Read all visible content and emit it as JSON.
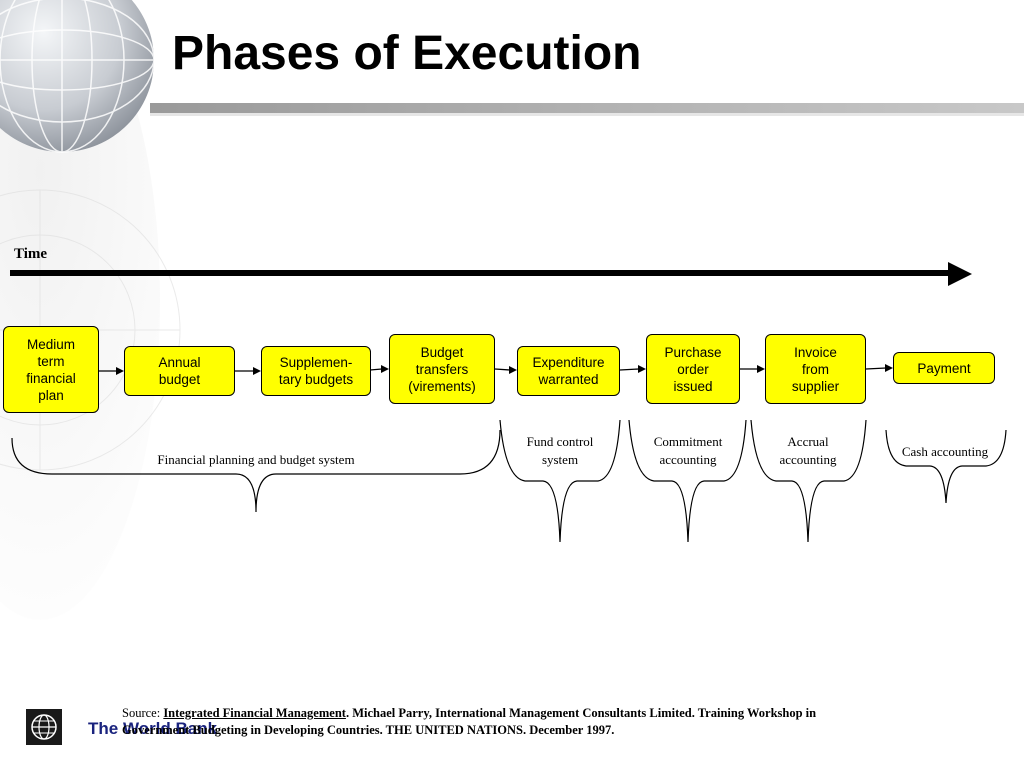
{
  "slide": {
    "title": "Phases of Execution",
    "time_label": "Time"
  },
  "colors": {
    "box_fill": "#ffff00",
    "box_border": "#000000",
    "arrow": "#000000",
    "brand": "#1a237e"
  },
  "flow_boxes": [
    {
      "lines": [
        "Medium",
        "term",
        "financial",
        "plan"
      ]
    },
    {
      "lines": [
        "Annual",
        "budget"
      ]
    },
    {
      "lines": [
        "Supplemen-",
        "tary budgets"
      ]
    },
    {
      "lines": [
        "Budget",
        "transfers",
        "(virements)"
      ]
    },
    {
      "lines": [
        "Expenditure",
        "warranted"
      ]
    },
    {
      "lines": [
        "Purchase",
        "order",
        "issued"
      ]
    },
    {
      "lines": [
        "Invoice",
        "from",
        "supplier"
      ]
    },
    {
      "lines": [
        "Payment"
      ]
    }
  ],
  "systems": [
    {
      "lines": [
        "Financial planning and budget system"
      ]
    },
    {
      "lines": [
        "Fund control",
        "system"
      ]
    },
    {
      "lines": [
        "Commitment",
        "accounting"
      ]
    },
    {
      "lines": [
        "Accrual",
        "accounting"
      ]
    },
    {
      "lines": [
        "Cash accounting"
      ]
    }
  ],
  "footer": {
    "source_prefix": "Source: ",
    "source_title": "Integrated Financial Management",
    "source_rest": ". Michael Parry, International Management Consultants Limited. Training Workshop in Government Budgeting in Developing Countries. THE UNITED NATIONS. December 1997.",
    "brand_name": "The World Bank",
    "logo_icon": "globe-logo-icon"
  }
}
